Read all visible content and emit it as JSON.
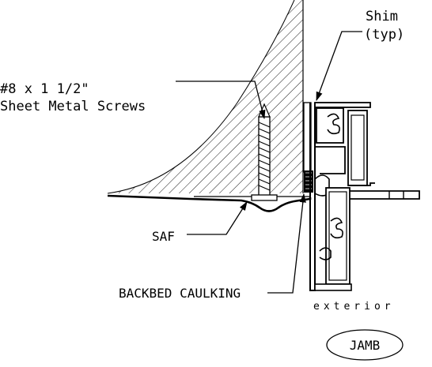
{
  "labels": {
    "screws_line1": "#8 x 1 1/2\"",
    "screws_line2": "Sheet Metal Screws",
    "shim_line1": "Shim",
    "shim_line2": "(typ)",
    "saf": "SAF",
    "backbed": "BACKBED CAULKING",
    "exterior": "exterior",
    "jamb": "JAMB"
  },
  "colors": {
    "ink": "#000000",
    "background": "#ffffff"
  }
}
